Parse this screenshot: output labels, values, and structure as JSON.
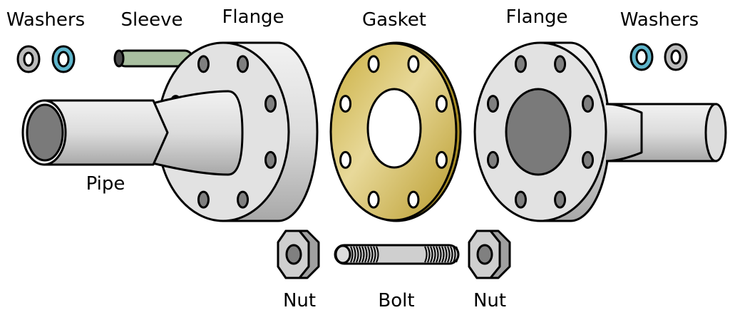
{
  "title": "Flange assembly exploded view",
  "labels": {
    "washers_left": "Washers",
    "sleeve": "Sleeve",
    "flange_left": "Flange",
    "gasket": "Gasket",
    "flange_right": "Flange",
    "washers_right": "Washers",
    "pipe": "Pipe",
    "nut_left": "Nut",
    "bolt": "Bolt",
    "nut_right": "Nut"
  },
  "colors": {
    "metal": "#d9d9d9",
    "metal_dark": "#a6a6a6",
    "hole": "#7f7f7f",
    "gasket": "#d4bd5a",
    "sleeve": "#a9bfa0",
    "washer_blue": "#5fb6cc"
  }
}
